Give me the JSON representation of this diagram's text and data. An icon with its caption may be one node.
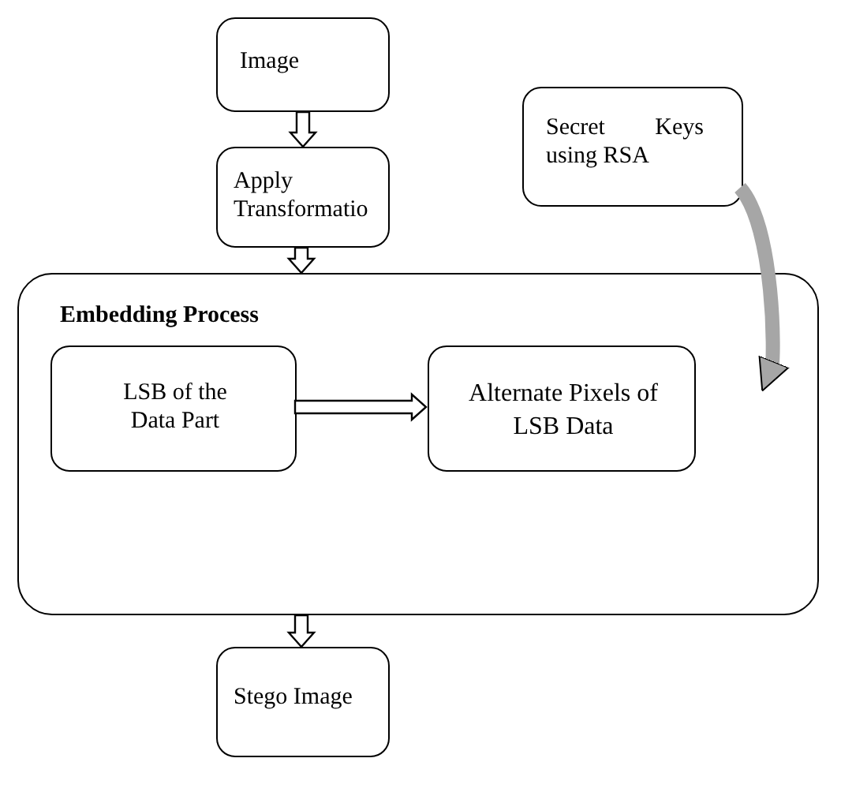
{
  "diagram": {
    "nodes": [
      {
        "text": [
          "Image"
        ]
      },
      {
        "text": [
          "Apply Transformatio"
        ]
      },
      {
        "text": [
          "Secret Keys using RSA"
        ]
      },
      {
        "text": [
          "Embedding Process"
        ]
      },
      {
        "text": [
          "LSB of the Data Part"
        ],
        "in": 3
      },
      {
        "text": [
          "Alternate Pixels of LSB Data"
        ],
        "in": 3
      },
      {
        "text": [
          "Stego Image"
        ]
      }
    ],
    "edges": [
      {
        "from": 0,
        "to": 1,
        "arrow": "to"
      },
      {
        "from": 1,
        "to": 3,
        "arrow": "to"
      },
      {
        "from": 2,
        "to": 3,
        "arrow": "to",
        "color": "#a6a6a6"
      },
      {
        "from": 4,
        "to": 5,
        "arrow": "to"
      },
      {
        "from": 3,
        "to": 6,
        "arrow": "to"
      }
    ]
  }
}
